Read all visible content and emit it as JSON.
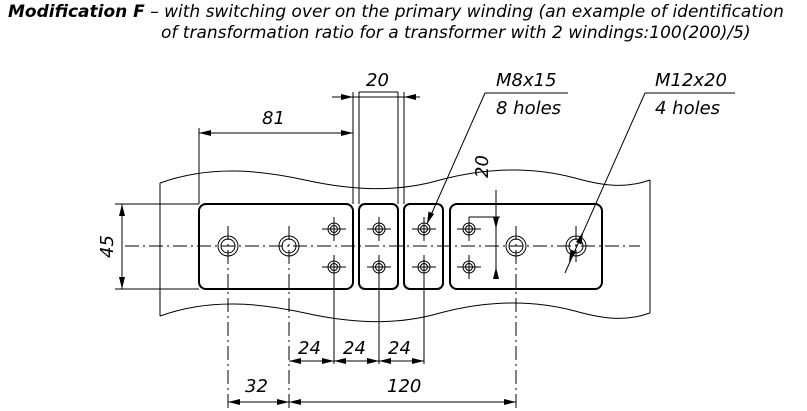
{
  "caption": {
    "bold": "Modification F",
    "line1_rest": " – with switching over on the primary winding (an example of identification",
    "line2": "of transformation ratio for a transformer with 2 windings:100(200)/5)"
  },
  "dimensions": {
    "d81": "81",
    "d20_top": "20",
    "d20_vert": "20",
    "d45": "45",
    "d24_a": "24",
    "d24_b": "24",
    "d24_c": "24",
    "d32": "32",
    "d120": "120"
  },
  "callouts": {
    "m8": {
      "thread": "M8x15",
      "count": "8 holes"
    },
    "m12": {
      "thread": "M12x20",
      "count": "4 holes"
    }
  }
}
